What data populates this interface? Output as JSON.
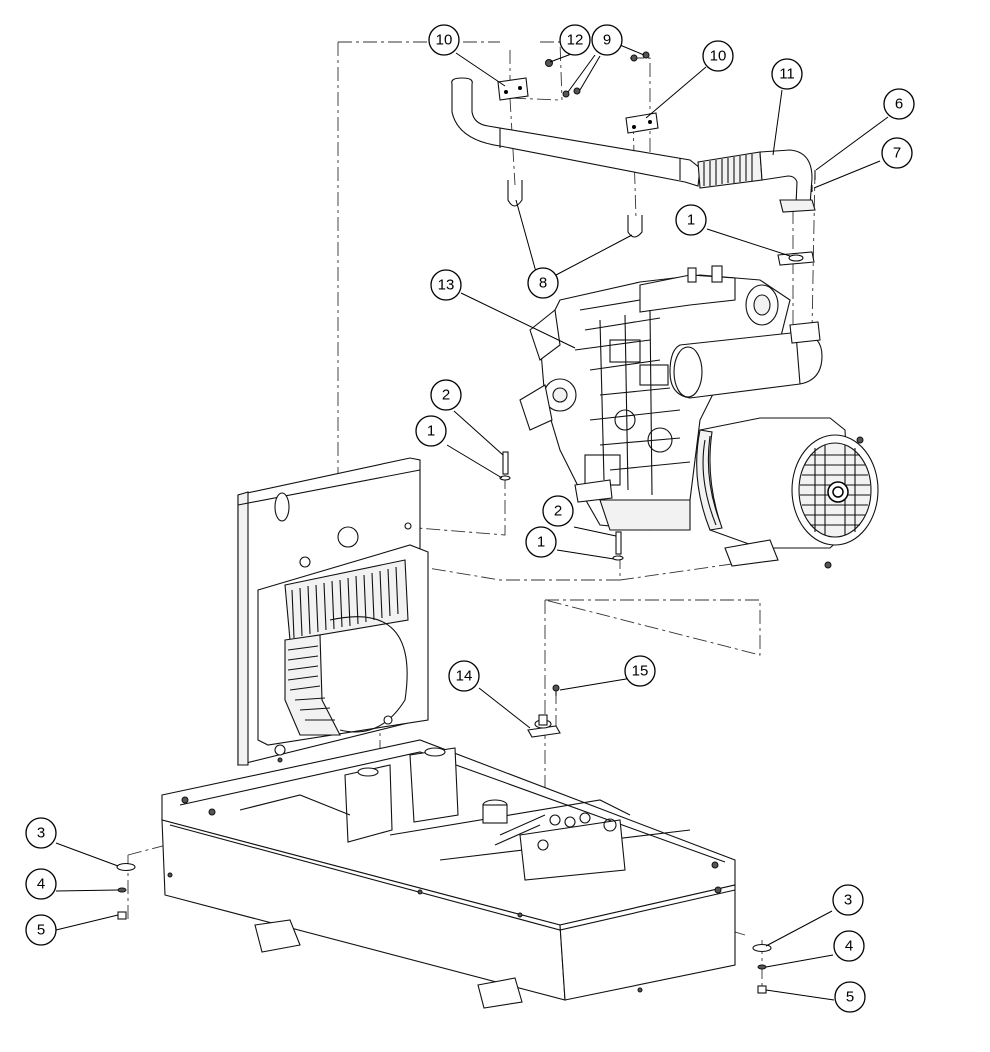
{
  "callouts": [
    {
      "id": "c10a",
      "label": "10"
    },
    {
      "id": "c12",
      "label": "12"
    },
    {
      "id": "c9",
      "label": "9"
    },
    {
      "id": "c10b",
      "label": "10"
    },
    {
      "id": "c11",
      "label": "11"
    },
    {
      "id": "c6",
      "label": "6"
    },
    {
      "id": "c7",
      "label": "7"
    },
    {
      "id": "c1a",
      "label": "1"
    },
    {
      "id": "c8",
      "label": "8"
    },
    {
      "id": "c13",
      "label": "13"
    },
    {
      "id": "c2a",
      "label": "2"
    },
    {
      "id": "c1b",
      "label": "1"
    },
    {
      "id": "c2b",
      "label": "2"
    },
    {
      "id": "c1c",
      "label": "1"
    },
    {
      "id": "c14",
      "label": "14"
    },
    {
      "id": "c15",
      "label": "15"
    },
    {
      "id": "c3a",
      "label": "3"
    },
    {
      "id": "c4a",
      "label": "4"
    },
    {
      "id": "c5a",
      "label": "5"
    },
    {
      "id": "c3b",
      "label": "3"
    },
    {
      "id": "c4b",
      "label": "4"
    },
    {
      "id": "c5b",
      "label": "5"
    }
  ],
  "icons": {
    "engine": "engine-assembly-icon",
    "frame": "base-frame-icon",
    "radiator": "radiator-panel-icon",
    "exhaust": "exhaust-pipe-icon"
  }
}
